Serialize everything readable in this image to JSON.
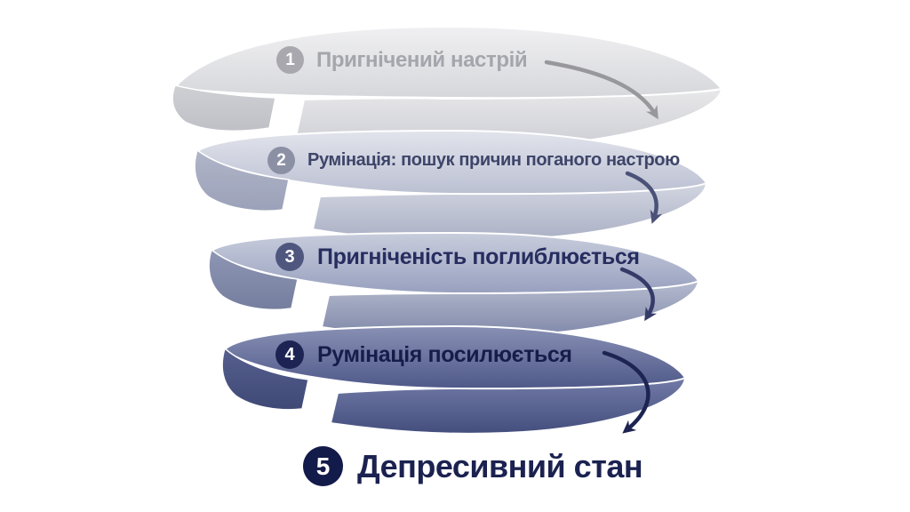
{
  "diagram": {
    "type": "downward-spiral",
    "language": "uk",
    "background_color": "#ffffff",
    "steps": [
      {
        "number": "1",
        "label": "Пригнічений настрій",
        "text_color": "#a5a5ac",
        "badge_color": "#a8a8ae",
        "ribbon_color": "#e2e3e7",
        "arrow_color": "#97979c"
      },
      {
        "number": "2",
        "label": "Румінація: пошук причин поганого настрою",
        "text_color": "#3e4569",
        "badge_color": "#8b90a5",
        "ribbon_color": "#c6cad9",
        "arrow_color": "#4b5278"
      },
      {
        "number": "3",
        "label": "Пригніченість поглиблюється",
        "text_color": "#262d5f",
        "badge_color": "#4f577f",
        "ribbon_color": "#a9afc7",
        "arrow_color": "#343b68"
      },
      {
        "number": "4",
        "label": "Румінація посилюється",
        "text_color": "#161d4b",
        "badge_color": "#1d2453",
        "ribbon_color": "#6b74a1",
        "arrow_color": "#1d2452"
      },
      {
        "number": "5",
        "label": "Депресивний стан",
        "text_color": "#1b2250",
        "badge_color": "#131b4a",
        "ribbon_color": "#131b4a",
        "arrow_color": ""
      }
    ]
  }
}
